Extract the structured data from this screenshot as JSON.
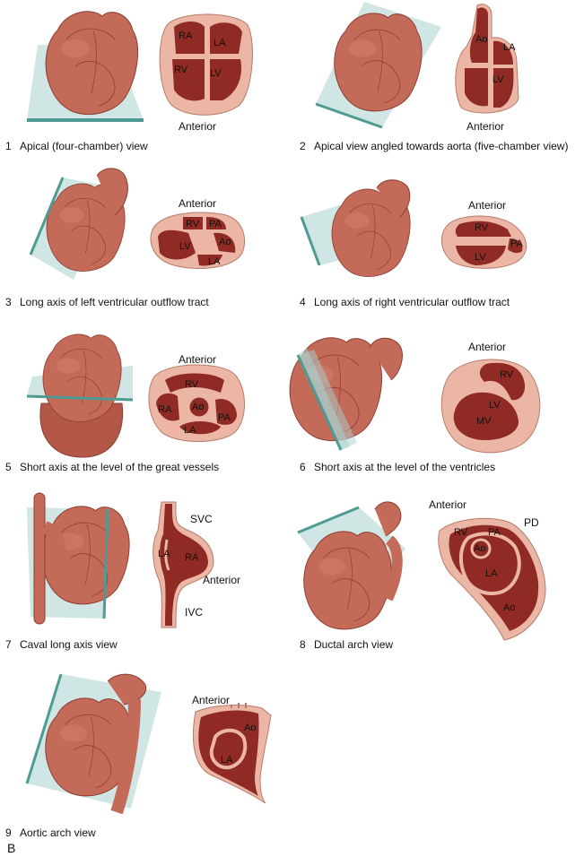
{
  "figure_letter": "B",
  "colors": {
    "heart": "#c46a58",
    "heart_dark": "#a4473b",
    "chamber": "#8f2a24",
    "septum": "#ecb6a6",
    "plane_fill": "#a9d2cf",
    "plane_edge": "#4f9a93"
  },
  "panels": [
    {
      "number": "1",
      "caption": "Apical (four-chamber) view",
      "anterior": "Anterior",
      "chambers": [
        "RA",
        "LA",
        "RV",
        "LV"
      ]
    },
    {
      "number": "2",
      "caption": "Apical view angled towards aorta (five-chamber view)",
      "anterior": "Anterior",
      "chambers": [
        "Ao",
        "LA",
        "LV"
      ]
    },
    {
      "number": "3",
      "caption": "Long axis of left ventricular outflow tract",
      "anterior": "Anterior",
      "chambers": [
        "RV",
        "PA",
        "Ao",
        "LV",
        "LA"
      ]
    },
    {
      "number": "4",
      "caption": "Long axis of right ventricular outflow tract",
      "anterior": "Anterior",
      "chambers": [
        "RV",
        "PA",
        "LV"
      ]
    },
    {
      "number": "5",
      "caption": "Short axis at the level of the great vessels",
      "anterior": "Anterior",
      "chambers": [
        "RV",
        "RA",
        "Ao",
        "PA",
        "LA"
      ]
    },
    {
      "number": "6",
      "caption": "Short axis at the level of the ventricles",
      "anterior": "Anterior",
      "chambers": [
        "RV",
        "LV",
        "MV"
      ]
    },
    {
      "number": "7",
      "caption": "Caval long axis view",
      "anterior": "Anterior",
      "chambers": [
        "SVC",
        "LA",
        "RA",
        "IVC"
      ]
    },
    {
      "number": "8",
      "caption": "Ductal arch view",
      "anterior": "Anterior",
      "chambers": [
        "PD",
        "RV",
        "PA",
        "Ao",
        "LA",
        "Ao"
      ]
    },
    {
      "number": "9",
      "caption": "Aortic arch view",
      "anterior": "Anterior",
      "chambers": [
        "Ao",
        "LA"
      ]
    }
  ]
}
